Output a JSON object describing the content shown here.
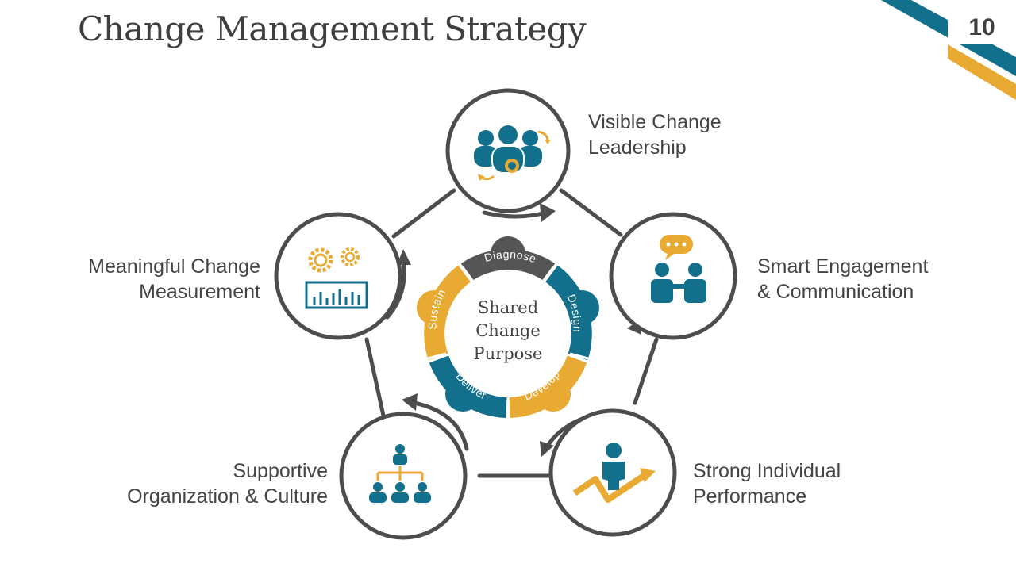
{
  "title": "Change Management Strategy",
  "slide_number": "10",
  "center": {
    "lines": [
      "Shared",
      "Change",
      "Purpose"
    ],
    "segments": [
      {
        "label": "Diagnose",
        "color": "#555555"
      },
      {
        "label": "Design",
        "color": "#13708c"
      },
      {
        "label": "Develop",
        "color": "#e9aa33"
      },
      {
        "label": "Deliver",
        "color": "#13708c"
      },
      {
        "label": "Sustain",
        "color": "#e9aa33"
      }
    ]
  },
  "nodes": [
    {
      "lines": [
        "Visible Change",
        "Leadership"
      ],
      "icon": "leadership-team-icon"
    },
    {
      "lines": [
        "Smart Engagement",
        "& Communication"
      ],
      "icon": "communication-icon"
    },
    {
      "lines": [
        "Strong Individual",
        "Performance"
      ],
      "icon": "performance-growth-icon"
    },
    {
      "lines": [
        "Supportive",
        "Organization & Culture"
      ],
      "icon": "org-chart-icon"
    },
    {
      "lines": [
        "Meaningful Change",
        "Measurement"
      ],
      "icon": "gears-chart-icon"
    }
  ],
  "colors": {
    "teal": "#13708c",
    "gold": "#e9aa33",
    "gray": "#555555",
    "outline": "#4d4d4d",
    "text": "#444444"
  }
}
